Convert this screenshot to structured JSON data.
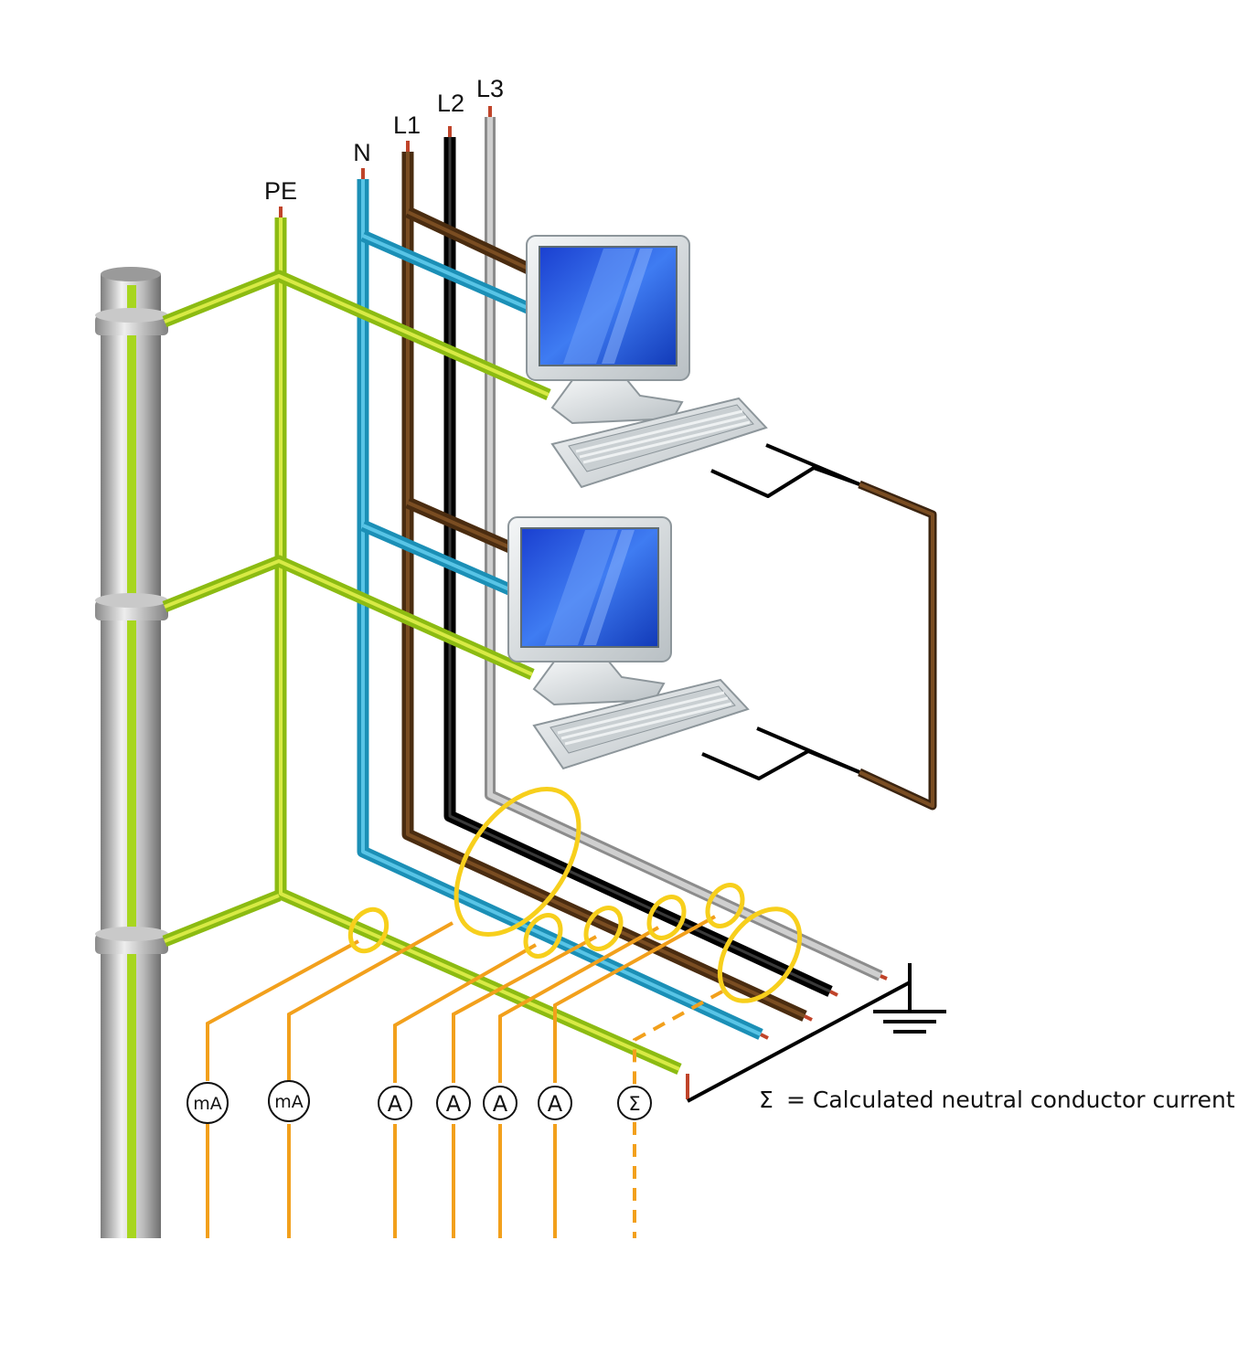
{
  "conductors": {
    "pe": "PE",
    "n": "N",
    "l1": "L1",
    "l2": "L2",
    "l3": "L3"
  },
  "meters": [
    {
      "label": "mA"
    },
    {
      "label": "mA"
    },
    {
      "label": "A"
    },
    {
      "label": "A"
    },
    {
      "label": "A"
    },
    {
      "label": "A"
    },
    {
      "label": "Σ"
    }
  ],
  "legend": {
    "symbol": "Σ",
    "text": "= Calculated neutral conductor current"
  },
  "colors": {
    "pe": "#9ccc1e",
    "neutral": "#2ba6cc",
    "l1": "#5a3716",
    "l2": "#111111",
    "l3": "#a8a8a8",
    "sensor": "#f5a31a",
    "clamp": "#f7cf1c"
  }
}
